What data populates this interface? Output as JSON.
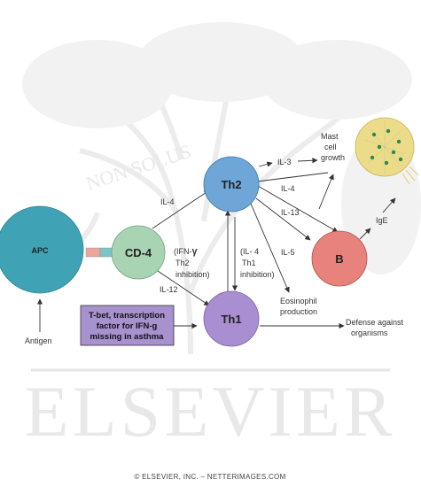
{
  "watermark": {
    "main": "ELSEVIER",
    "motto": "NON SOLUS"
  },
  "copyright": "© ELSEVIER, INC. – NETTERIMAGES.COM",
  "colors": {
    "apc": "#3fa3b5",
    "cd4": "#a9d4b4",
    "th2": "#6fa6d8",
    "th1": "#a98ed2",
    "b": "#e7837c",
    "mast": "#ecdc8a",
    "granule": "#2a8a4e",
    "tbet_box": "#a791cf",
    "connector_pink": "#eaa69a",
    "connector_teal": "#7cc4c8",
    "arrow": "#333333"
  },
  "nodes": {
    "apc": "APC",
    "cd4": "CD-4",
    "th2": "Th2",
    "th1": "Th1",
    "b": "B"
  },
  "labels": {
    "antigen": "Antigen",
    "cd4_th2": "IL-4",
    "cd4_th1": "IL-12",
    "ifn_line1": "(IFN-",
    "ifn_gamma": "γ",
    "ifn_line2": "Th2",
    "ifn_line3": "inhibition)",
    "il4_line1": "(IL- 4",
    "il4_line2": "Th1",
    "il4_line3": "inhibition)",
    "il3": "IL-3",
    "th2_b_il4": "IL-4",
    "il13": "IL-13",
    "il5": "IL-5",
    "mast_line1": "Mast",
    "mast_line2": "cell",
    "mast_line3": "growth",
    "ige": "IgE",
    "eos_line1": "Eosinophil",
    "eos_line2": "production",
    "defense_line1": "Defense against",
    "defense_line2": "organisms"
  },
  "tbet_box": {
    "line1": "T-bet, transcription",
    "line2": "factor for IFN-g",
    "line3": "missing in asthma"
  }
}
